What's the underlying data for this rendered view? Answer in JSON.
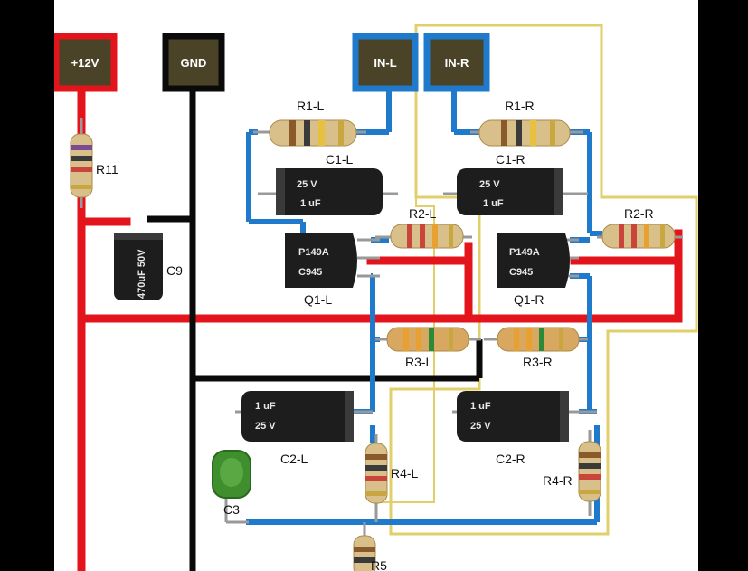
{
  "terminals": {
    "vcc": "+12V",
    "gnd": "GND",
    "in_left": "IN-L",
    "in_right": "IN-R"
  },
  "labels": {
    "r11": "R11",
    "c9": "C9",
    "r1l": "R1-L",
    "r1r": "R1-R",
    "c1l": "C1-L",
    "c1r": "C1-R",
    "r2l": "R2-L",
    "r2r": "R2-R",
    "q1l": "Q1-L",
    "q1r": "Q1-R",
    "r3l": "R3-L",
    "r3r": "R3-R",
    "c2l": "C2-L",
    "c2r": "C2-R",
    "r4l": "R4-L",
    "r4r": "R4-R",
    "c3": "C3",
    "r5": "R5"
  },
  "markings": {
    "c9_body": "470uF 50V",
    "c1_cap": "1 uF",
    "c1_volt": "25 V",
    "c2_cap": "1 uF",
    "c2_volt": "25 V",
    "q1_part": "C945",
    "q1_code": "P149A"
  },
  "colors": {
    "vcc_wire": "#e3141b",
    "gnd_wire": "#0a0a0a",
    "signal_wire": "#1f7acb",
    "right_channel_outline": "#e0cf6a",
    "terminal_fill": "#4a4328"
  }
}
